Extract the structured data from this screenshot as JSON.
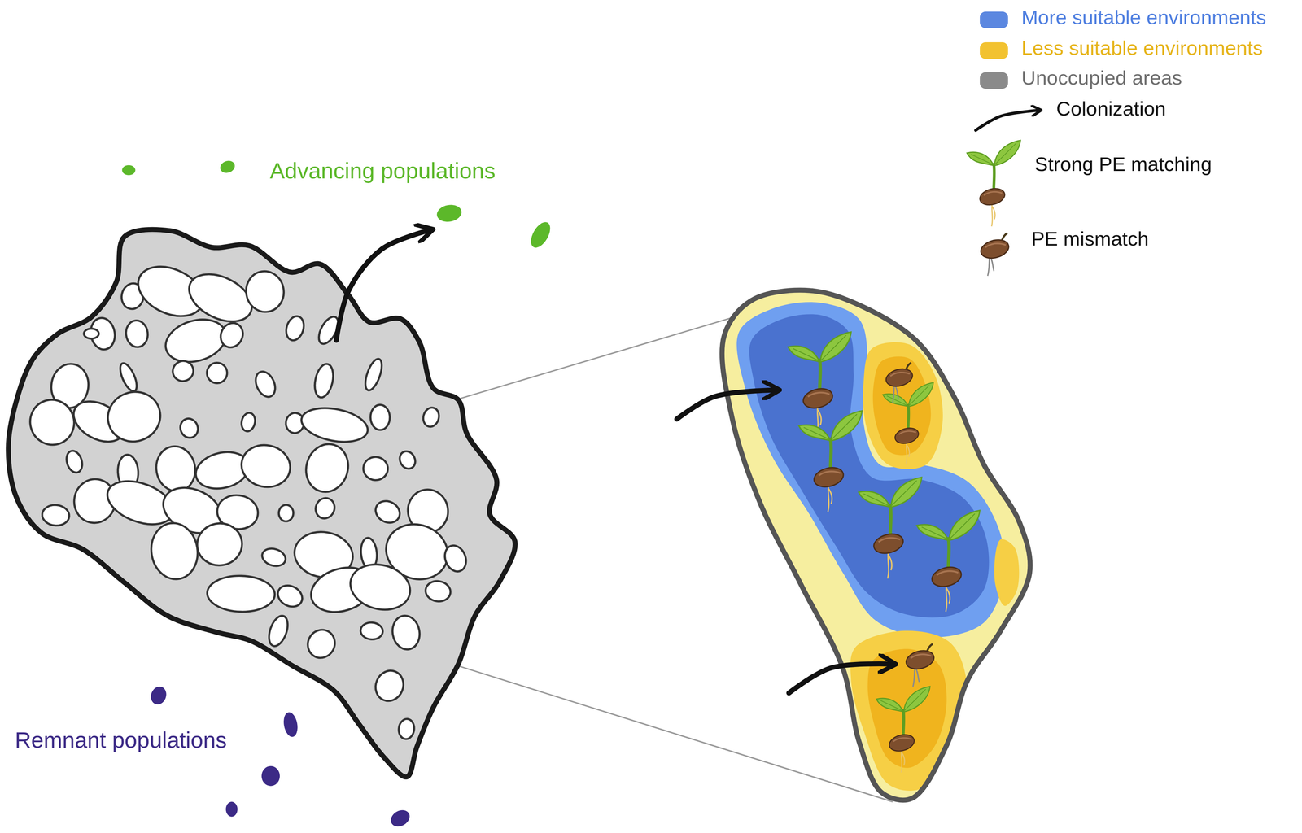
{
  "diagram": {
    "labels": [
      "Advancing populations",
      "Remnant populations"
    ],
    "legend": [
      {
        "text": "More suitable environments",
        "color": "#5b87e0"
      },
      {
        "text": "Less suitable environments",
        "color": "#f2c230"
      },
      {
        "text": "Unoccupied areas",
        "color": "#8a8a8a"
      },
      {
        "text": "Colonization"
      },
      {
        "text": "Strong PE matching"
      },
      {
        "text": "PE mismatch"
      }
    ]
  }
}
